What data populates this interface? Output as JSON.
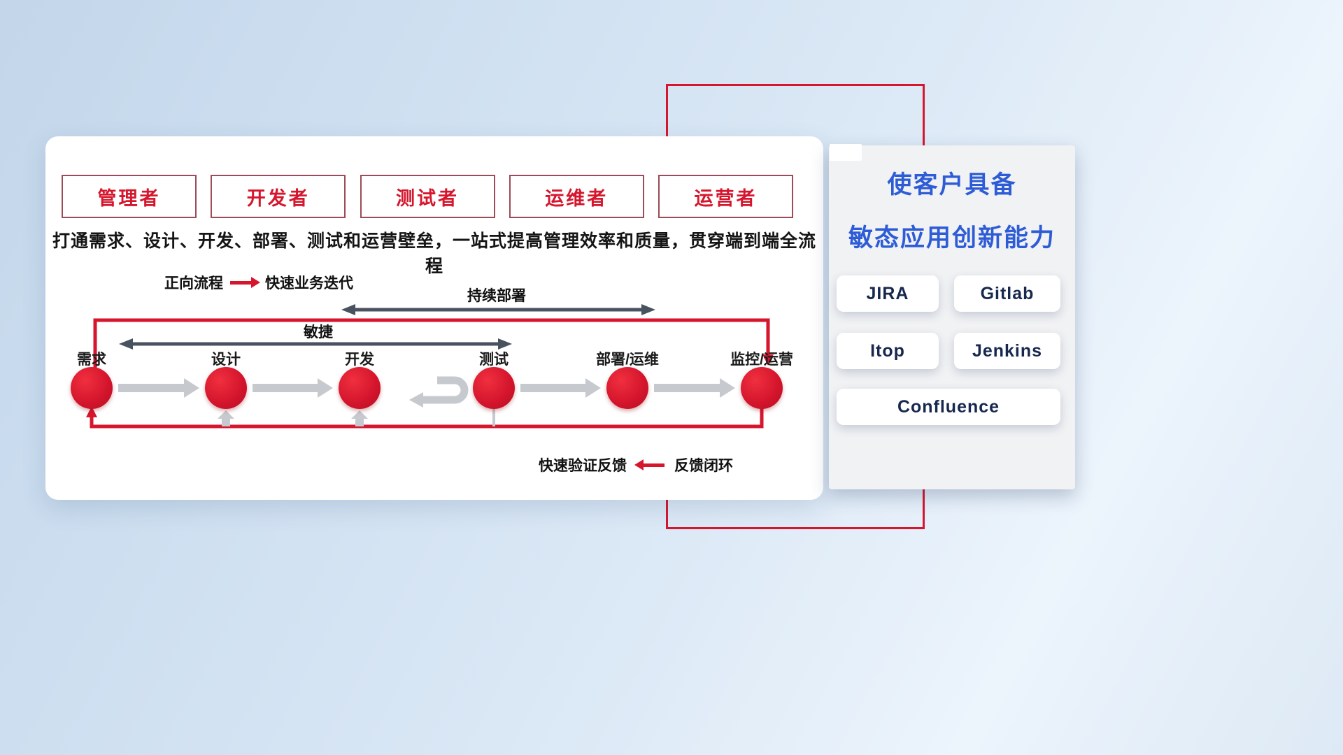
{
  "card": {
    "roles": [
      "管理者",
      "开发者",
      "测试者",
      "运维者",
      "运营者"
    ],
    "description": "打通需求、设计、开发、部署、测试和运营壁垒，一站式提高管理效率和质量，贯穿端到端全流程",
    "legend_forward": {
      "label": "正向流程",
      "desc": "快速业务迭代"
    },
    "legend_feedback": {
      "desc": "快速验证反馈",
      "label": "反馈闭环"
    },
    "span_labels": {
      "continuous_deployment": "持续部署",
      "agile": "敏捷"
    },
    "stages": [
      "需求",
      "设计",
      "开发",
      "测试",
      "部署/运维",
      "监控/运营"
    ]
  },
  "panel": {
    "title_line1": "使客户具备",
    "title_line2": "敏态应用创新能力",
    "tools": [
      "JIRA",
      "Gitlab",
      "Itop",
      "Jenkins",
      "Confluence"
    ]
  },
  "colors": {
    "red": "#d5162d",
    "blue": "#2d5cd6",
    "slate": "#49525f",
    "garrow": "#c6cacf"
  }
}
